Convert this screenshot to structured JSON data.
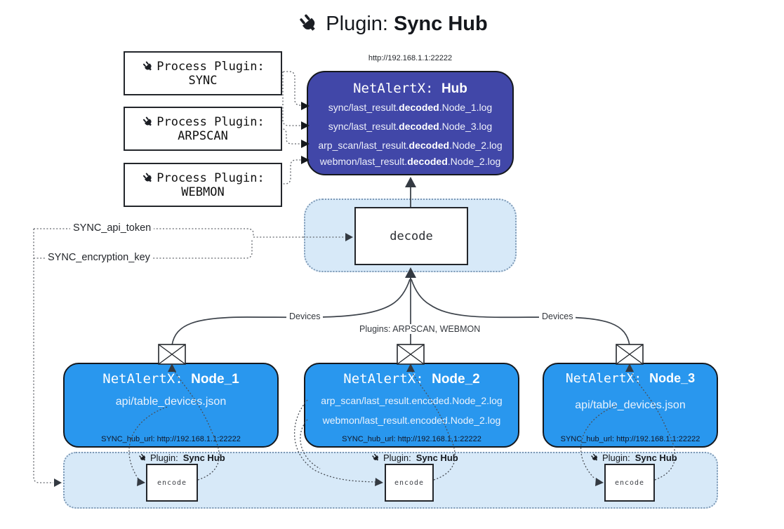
{
  "title": {
    "prefix": "Plugin:",
    "name": "Sync Hub"
  },
  "icons": {
    "plug": "plug-icon",
    "envelope": "envelope-icon"
  },
  "process_plugins": [
    {
      "label": "Process Plugin:",
      "name": "SYNC"
    },
    {
      "label": "Process Plugin:",
      "name": "ARPSCAN"
    },
    {
      "label": "Process Plugin:",
      "name": "WEBMON"
    }
  ],
  "hub": {
    "url": "http://192.168.1.1:22222",
    "title_prefix": "NetAlertX:",
    "title_name": "Hub",
    "logs": [
      {
        "pre": "sync/last_result.",
        "bold": "decoded",
        "post": ".Node_1.log"
      },
      {
        "pre": "sync/last_result.",
        "bold": "decoded",
        "post": ".Node_3.log"
      },
      {
        "pre": "arp_scan/last_result.",
        "bold": "decoded",
        "post": ".Node_2.log"
      },
      {
        "pre": "webmon/last_result.",
        "bold": "decoded",
        "post": ".Node_2.log"
      }
    ]
  },
  "decode": {
    "label": "decode"
  },
  "secrets": {
    "api_token": "SYNC_api_token",
    "encryption_key": "SYNC_encryption_key"
  },
  "edges": {
    "devices_left": "Devices",
    "devices_right": "Devices",
    "plugins_mid": "Plugins: ARPSCAN, WEBMON"
  },
  "nodes": [
    {
      "title_prefix": "NetAlertX:",
      "title_name": "Node_1",
      "files": [
        "api/table_devices.json"
      ],
      "hub_url": "SYNC_hub_url: http://192.168.1.1:22222"
    },
    {
      "title_prefix": "NetAlertX:",
      "title_name": "Node_2",
      "files": [
        "arp_scan/last_result.encoded.Node_2.log",
        "webmon/last_result.encoded.Node_2.log"
      ],
      "hub_url": "SYNC_hub_url: http://192.168.1.1:22222"
    },
    {
      "title_prefix": "NetAlertX:",
      "title_name": "Node_3",
      "files": [
        "api/table_devices.json"
      ],
      "hub_url": "SYNC_hub_url: http://192.168.1.1:22222"
    }
  ],
  "band": {
    "items": [
      {
        "label_prefix": "Plugin:",
        "label_name": "Sync Hub",
        "encode_label": "encode"
      },
      {
        "label_prefix": "Plugin:",
        "label_name": "Sync Hub",
        "encode_label": "encode"
      },
      {
        "label_prefix": "Plugin:",
        "label_name": "Sync Hub",
        "encode_label": "encode"
      }
    ]
  },
  "colors": {
    "hub_bg": "#4147a8",
    "node_bg": "#2997ee",
    "band_bg": "#d7e9f8",
    "band_border": "#7e99b5",
    "edge": "#3d434b"
  }
}
